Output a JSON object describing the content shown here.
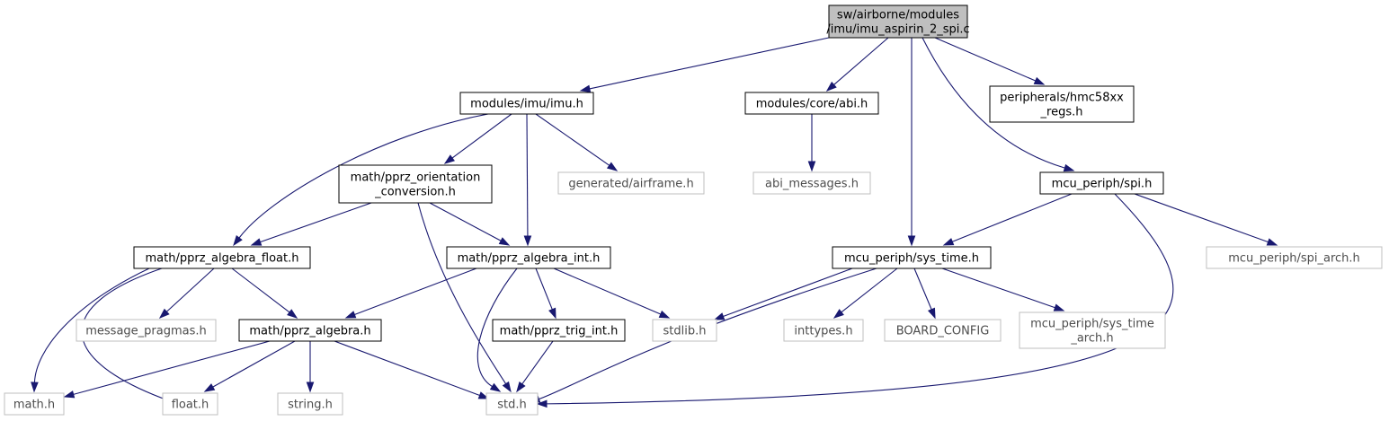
{
  "colors": {
    "edge": "#191970",
    "root_fill": "#bfbfbf",
    "local_border": "#000000",
    "system_border": "#bfbfbf",
    "system_text": "#4d4d4d"
  },
  "nodes": [
    {
      "id": "root",
      "kind": "root",
      "lines": [
        "sw/airborne/modules",
        "/imu/imu_aspirin_2_spi.c"
      ]
    },
    {
      "id": "imu",
      "kind": "local",
      "lines": [
        "modules/imu/imu.h"
      ]
    },
    {
      "id": "abi",
      "kind": "local",
      "lines": [
        "modules/core/abi.h"
      ]
    },
    {
      "id": "hmc",
      "kind": "local",
      "lines": [
        "peripherals/hmc58xx",
        "_regs.h"
      ]
    },
    {
      "id": "orient",
      "kind": "local",
      "lines": [
        "math/pprz_orientation",
        "_conversion.h"
      ]
    },
    {
      "id": "airframe",
      "kind": "system",
      "lines": [
        "generated/airframe.h"
      ]
    },
    {
      "id": "abimsg",
      "kind": "system",
      "lines": [
        "abi_messages.h"
      ]
    },
    {
      "id": "spi",
      "kind": "local",
      "lines": [
        "mcu_periph/spi.h"
      ]
    },
    {
      "id": "afloat",
      "kind": "local",
      "lines": [
        "math/pprz_algebra_float.h"
      ]
    },
    {
      "id": "aint",
      "kind": "local",
      "lines": [
        "math/pprz_algebra_int.h"
      ]
    },
    {
      "id": "systime",
      "kind": "local",
      "lines": [
        "mcu_periph/sys_time.h"
      ]
    },
    {
      "id": "spiarch",
      "kind": "system",
      "lines": [
        "mcu_periph/spi_arch.h"
      ]
    },
    {
      "id": "msgprag",
      "kind": "system",
      "lines": [
        "message_pragmas.h"
      ]
    },
    {
      "id": "alg",
      "kind": "local",
      "lines": [
        "math/pprz_algebra.h"
      ]
    },
    {
      "id": "trig",
      "kind": "local",
      "lines": [
        "math/pprz_trig_int.h"
      ]
    },
    {
      "id": "stdlib",
      "kind": "system",
      "lines": [
        "stdlib.h"
      ]
    },
    {
      "id": "inttypes",
      "kind": "system",
      "lines": [
        "inttypes.h"
      ]
    },
    {
      "id": "board",
      "kind": "system",
      "lines": [
        "BOARD_CONFIG"
      ]
    },
    {
      "id": "systimearch",
      "kind": "system",
      "lines": [
        "mcu_periph/sys_time",
        "_arch.h"
      ]
    },
    {
      "id": "mathh",
      "kind": "system",
      "lines": [
        "math.h"
      ]
    },
    {
      "id": "floath",
      "kind": "system",
      "lines": [
        "float.h"
      ]
    },
    {
      "id": "stringh",
      "kind": "system",
      "lines": [
        "string.h"
      ]
    },
    {
      "id": "stdh",
      "kind": "system",
      "lines": [
        "std.h"
      ]
    }
  ],
  "edges": [
    {
      "from": "root",
      "to": "imu"
    },
    {
      "from": "root",
      "to": "abi"
    },
    {
      "from": "root",
      "to": "hmc"
    },
    {
      "from": "root",
      "to": "spi"
    },
    {
      "from": "root",
      "to": "systime"
    },
    {
      "from": "imu",
      "to": "orient"
    },
    {
      "from": "imu",
      "to": "airframe"
    },
    {
      "from": "imu",
      "to": "afloat"
    },
    {
      "from": "imu",
      "to": "aint"
    },
    {
      "from": "abi",
      "to": "abimsg"
    },
    {
      "from": "orient",
      "to": "afloat"
    },
    {
      "from": "orient",
      "to": "aint"
    },
    {
      "from": "orient",
      "to": "stdh"
    },
    {
      "from": "spi",
      "to": "systime"
    },
    {
      "from": "spi",
      "to": "spiarch"
    },
    {
      "from": "spi",
      "to": "stdh"
    },
    {
      "from": "afloat",
      "to": "msgprag"
    },
    {
      "from": "afloat",
      "to": "alg"
    },
    {
      "from": "afloat",
      "to": "mathh"
    },
    {
      "from": "afloat",
      "to": "floath"
    },
    {
      "from": "aint",
      "to": "alg"
    },
    {
      "from": "aint",
      "to": "trig"
    },
    {
      "from": "aint",
      "to": "stdlib"
    },
    {
      "from": "aint",
      "to": "stdh"
    },
    {
      "from": "systime",
      "to": "stdlib"
    },
    {
      "from": "systime",
      "to": "inttypes"
    },
    {
      "from": "systime",
      "to": "board"
    },
    {
      "from": "systime",
      "to": "systimearch"
    },
    {
      "from": "systime",
      "to": "stdh"
    },
    {
      "from": "alg",
      "to": "mathh"
    },
    {
      "from": "alg",
      "to": "floath"
    },
    {
      "from": "alg",
      "to": "stringh"
    },
    {
      "from": "alg",
      "to": "stdh"
    },
    {
      "from": "trig",
      "to": "stdh"
    }
  ]
}
